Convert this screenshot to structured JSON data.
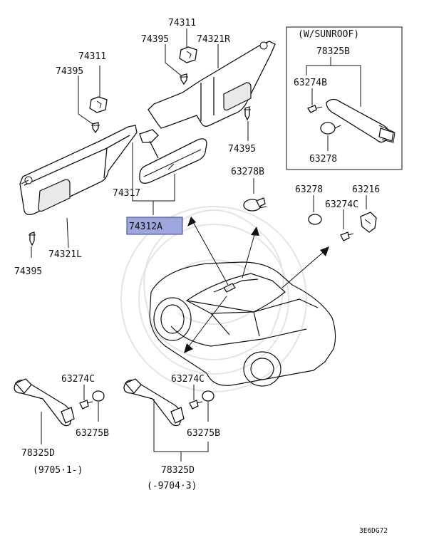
{
  "labels": {
    "visor_left": {
      "clip": "74311",
      "screw_top": "74395",
      "visor": "74321L",
      "screw_bottom": "74395"
    },
    "visor_right": {
      "clip": "74311",
      "screw": "74395",
      "visor": "74321R",
      "screw_lower": "74395"
    },
    "mirror": {
      "base": "74317",
      "assembly": "74312A"
    },
    "sunroof_box": {
      "title": "(W/SUNROOF)",
      "grip": "78325B",
      "screw": "63274B",
      "cap": "63278"
    },
    "lamp": {
      "part": "63278B"
    },
    "grip_misc": {
      "cap": "63278",
      "bracket": "63216",
      "screw": "63274C"
    },
    "grip_left": {
      "screw": "63274C",
      "cap": "63275B",
      "grip": "78325D",
      "period": "(9705·1-)"
    },
    "grip_right": {
      "screw": "63274C",
      "cap": "63275B",
      "grip": "78325D",
      "period": "(-9704·3)"
    },
    "diagram_code": "3E6DG72"
  },
  "colors": {
    "highlight_fill": "#9da6dd",
    "highlight_stroke": "#3a3f8c",
    "line": "#111111",
    "watermark": "#e4e4e4"
  }
}
